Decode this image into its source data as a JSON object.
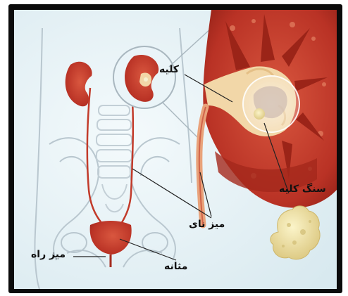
{
  "labels": {
    "kidney": "کلیه",
    "ureter": "میز نای",
    "bladder": "مثانه",
    "urethra": "میز راه",
    "kidney_stone": "سنگ کلیه"
  },
  "colors": {
    "frame": "#0b0b0b",
    "background": "#dfeef3",
    "kidney_red": "#c23a2a",
    "kidney_dark": "#8e1e14",
    "tissue_orange": "#e9a27a",
    "pelvis_cream": "#f2d7a8",
    "stone_yellow": "#ecdf9f",
    "bone_outline": "#b9c7cf"
  }
}
